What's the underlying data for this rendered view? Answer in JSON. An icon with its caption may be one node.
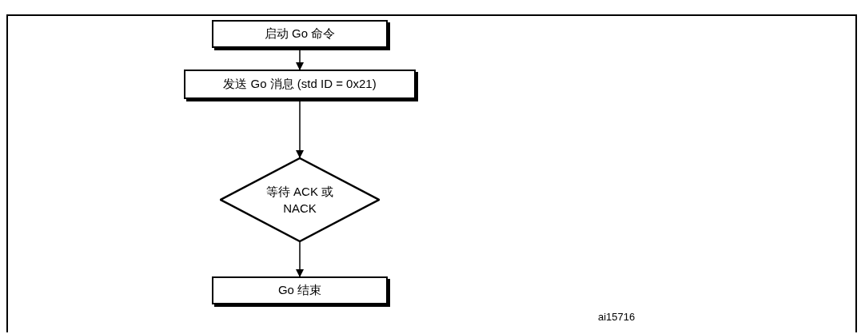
{
  "diagram": {
    "nodes": [
      {
        "text": [
          "启动 Go 命令"
        ]
      },
      {
        "text": [
          "发送 Go 消息 (std ID = 0x21)"
        ]
      },
      {
        "text": [
          "等待 ACK 或 NACK"
        ]
      },
      {
        "text": [
          "Go 结束"
        ]
      }
    ],
    "edges": [
      {
        "from": 0,
        "to": 1,
        "arrow": "to"
      },
      {
        "from": 1,
        "to": 2,
        "arrow": "to"
      },
      {
        "from": 2,
        "to": 3,
        "arrow": "to"
      }
    ],
    "labels": [
      "ai15716"
    ]
  }
}
